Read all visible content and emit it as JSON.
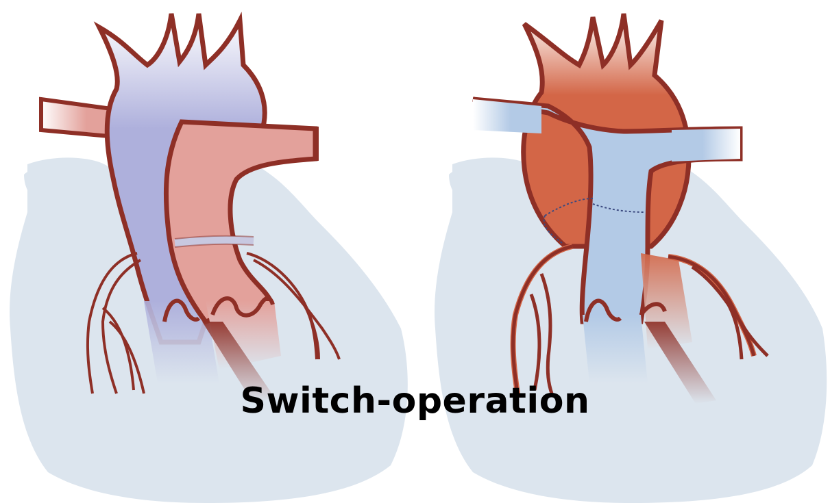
{
  "caption": "Switch-operation",
  "colors": {
    "background": "#ffffff",
    "heart": "#dce5ee",
    "outline": "#8e2f26",
    "deoxygenated_left": "#aeb0dc",
    "oxygenated_left": "#e3a19b",
    "oxygenated_right": "#d36647",
    "deoxygenated_right": "#b3cae6",
    "caption": "#000000"
  },
  "panels": [
    {
      "name": "before-switch",
      "description_icon": "heart-transposition-icon"
    },
    {
      "name": "after-switch",
      "description_icon": "heart-switched-icon"
    }
  ]
}
